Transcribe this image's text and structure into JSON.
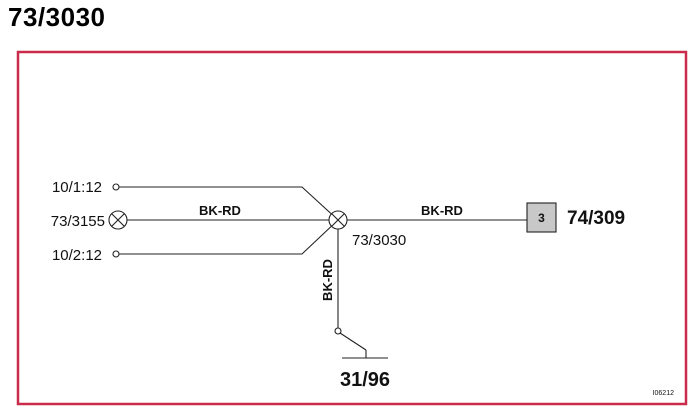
{
  "title": "73/3030",
  "frame_color": "#cc2a4b",
  "connectors": {
    "left_top": "10/1:12",
    "left_mid": "73/3155",
    "left_bottom": "10/2:12",
    "center": "73/3030",
    "right": "74/309",
    "bottom": "31/96"
  },
  "wires": {
    "left_color": "BK-RD",
    "right_color": "BK-RD",
    "down_color": "BK-RD"
  },
  "pin_number": "3",
  "drawing_code": "I06212"
}
